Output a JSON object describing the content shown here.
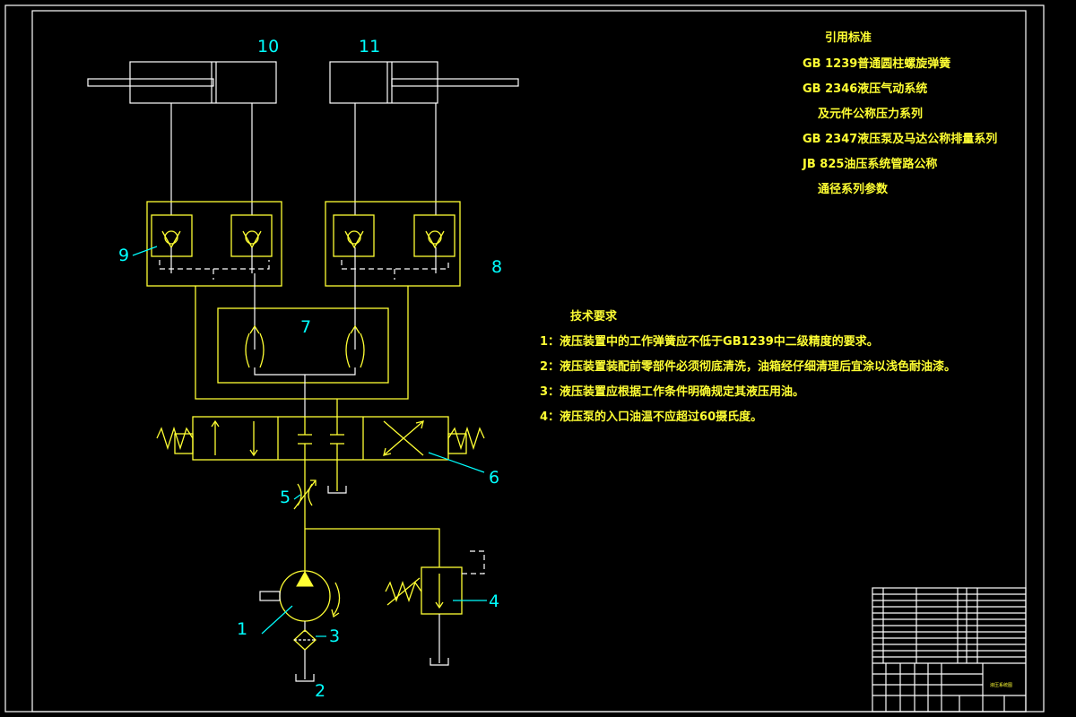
{
  "component_labels": {
    "c1": "1",
    "c2": "2",
    "c3": "3",
    "c4": "4",
    "c5": "5",
    "c6": "6",
    "c7": "7",
    "c8": "8",
    "c9": "9",
    "c10": "10",
    "c11": "11"
  },
  "standards": {
    "heading": "引用标准",
    "lines": [
      "GB 1239普通圆柱螺旋弹簧",
      "GB 2346液压气动系统",
      "及元件公称压力系列",
      "GB 2347液压泵及马达公称排量系列",
      "JB 825油压系统管路公称",
      "通径系列参数"
    ]
  },
  "tech_requirements": {
    "heading": "技术要求",
    "items": [
      "1：液压装置中的工作弹簧应不低于GB1239中二级精度的要求。",
      "2：液压装置装配前零部件必须彻底清洗，油箱经仔细清理后宜涂以浅色耐油漆。",
      "3：液压装置应根据工作条件明确规定其液压用油。",
      "4：液压泵的入口油温不应超过60摄氏度。"
    ]
  },
  "title_block": {
    "drawing_title": "液压系统图"
  },
  "colors": {
    "circuit": "#ffff33",
    "labels": "#00ffff",
    "frame": "#ffffff",
    "background": "#000000"
  }
}
